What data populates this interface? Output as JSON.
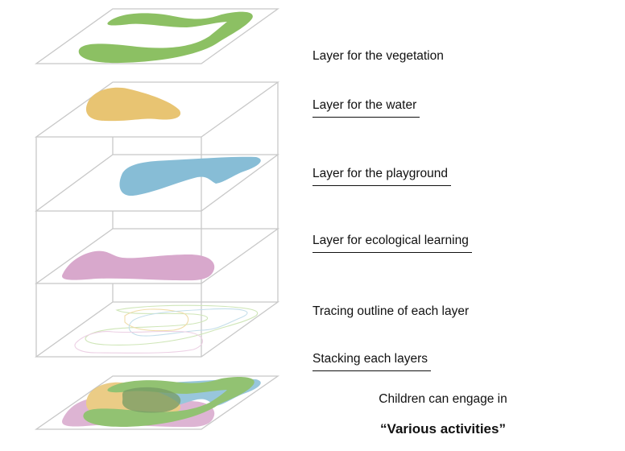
{
  "labels": {
    "vegetation": "Layer for the vegetation",
    "water": "Layer for the water",
    "playground": "Layer for the playground",
    "ecological": "Layer for ecological learning",
    "tracing": "Tracing outline of each layer",
    "stacking": "Stacking each layers",
    "children": "Children can engage in",
    "activities": "“Various activities”"
  },
  "colors": {
    "vegetation": "#8cc063",
    "water": "#e8c472",
    "playground": "#87bdd6",
    "ecological": "#d8a8cc",
    "lines": "#c8c8c8"
  }
}
